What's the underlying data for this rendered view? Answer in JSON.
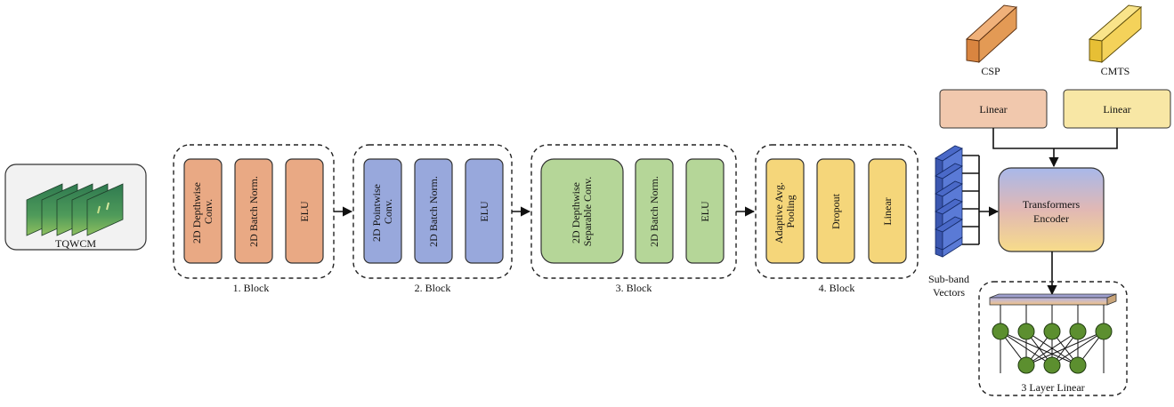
{
  "input": {
    "label": "TQWCM"
  },
  "blocks": [
    {
      "label": "1. Block",
      "layers": [
        "2D Depthwise Conv.",
        "2D Batch Norm.",
        "ELU"
      ]
    },
    {
      "label": "2. Block",
      "layers": [
        "2D Pointwise Conv.",
        "2D Batch Norm.",
        "ELU"
      ]
    },
    {
      "label": "3. Block",
      "layers": [
        "2D Depthwise Separable Conv.",
        "2D Batch Norm.",
        "ELU"
      ]
    },
    {
      "label": "4. Block",
      "layers": [
        "Adaptive Avg. Pooling",
        "Dropout",
        "Linear"
      ]
    }
  ],
  "subband": {
    "label_line1": "Sub-band",
    "label_line2": "Vectors"
  },
  "features": [
    {
      "label": "CSP",
      "linear": "Linear"
    },
    {
      "label": "CMTS",
      "linear": "Linear"
    }
  ],
  "encoder": {
    "line1": "Transformers",
    "line2": "Encoder"
  },
  "mlp": {
    "label": "3 Layer Linear"
  },
  "colors": {
    "block1": "#e9a984",
    "block2": "#98a8dc",
    "block3": "#b5d698",
    "block4": "#f5d67a",
    "csp_bar": "#e39a55",
    "cmts_bar": "#f4d25a",
    "linear_csp": "#f1c8ad",
    "linear_cmts": "#f8e7a5",
    "node": "#5c8f2f"
  }
}
